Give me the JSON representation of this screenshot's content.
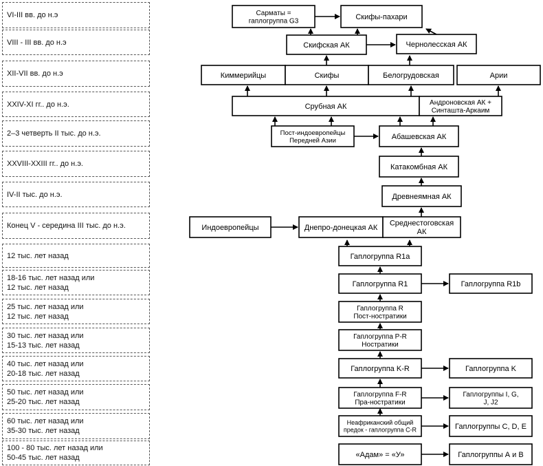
{
  "timeline": [
    "VI-III вв. до н.э",
    "VIII - III вв. до н.э",
    "XII-VII вв. до н.э",
    "XXIV-XI гг.. до н.э.",
    "2–3 четверть II тыс. до н.э.",
    "XXVIII-XXIII гг.. до н.э.",
    "IV-II тыс. до н.э.",
    "Конец V - середина III тыс. до н.э.",
    "12 тыс. лет назад",
    "18-16 тыс. лет назад или\n12 тыс. лет назад",
    "25 тыс. лет назад или\n12 тыс. лет назад",
    "30 тыс. лет назад или\n15-13 тыс. лет назад",
    "40 тыс. лет назад или\n20-18 тыс. лет назад",
    "50 тыс. лет назад или\n25-20 тыс. лет назад",
    "60 тыс. лет назад или\n35-30 тыс. лет назад",
    "100 - 80 тыс. лет назад или\n50-45 тыс. лет назад"
  ],
  "nodes": {
    "sarmaty": "Сарматы =\nгаплогруппа G3",
    "skify_pahari": "Скифы-пахари",
    "skifskaya": "Скифская АК",
    "chernolesskaya": "Чернолесская АК",
    "kimmeriytsy": "Киммерийцы",
    "skify": "Скифы",
    "belogrudovskaya": "Белогрудовская",
    "arii": "Арии",
    "srubnaya": "Срубная АК",
    "andronovskaya": "Андроновская АК +\nСинташта-Аркаим",
    "post_indo": "Пост-индоевропейцы\nПередней Азии",
    "abashevskaya": "Абашевская АК",
    "katakombnaya": "Катакомбная АК",
    "drevneyamnaya": "Древнеямная АК",
    "indoevropeytsy": "Индоевропейцы",
    "dnepro": "Днепро-донецкая АК",
    "srednestogovskaya": "Среднестоговская\nАК",
    "r1a": "Гаплогруппа R1a",
    "r1": "Гаплогруппа R1",
    "r1b": "Гаплогруппа R1b",
    "r": "Гаплогруппа R\nПост-ностратики",
    "pr": "Гаплогруппа P-R\nНостратики",
    "kr": "Гаплогруппа K-R",
    "k": "Гаплогруппа K",
    "fr": "Гаплогруппа F-R\nПра-ностратики",
    "ij": "Гаплогруппы I, G,\nJ, J2",
    "cr": "Неафриканский общий\nпредок - гаплогруппа C-R",
    "cde": "Гаплогруппы C, D, E",
    "adam": "«Адам» = «У»",
    "ab": "Гаплогруппы А и В"
  },
  "colors": {
    "line": "#000000",
    "dash": "#555555"
  }
}
